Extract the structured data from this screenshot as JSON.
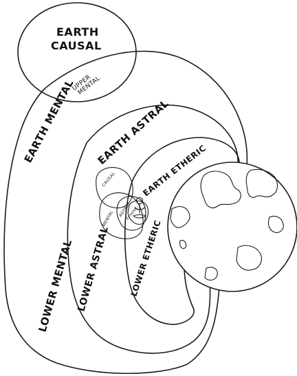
{
  "labels": {
    "earth_causal_line1": "EARTH",
    "earth_causal_line2": "CAUSAL",
    "upper_mental_line1": "UPPER",
    "upper_mental_line2": "MENTAL",
    "earth_mental": "EARTH MENTAL",
    "lower_mental": "LOWER MENTAL",
    "earth_astral": "EARTH ASTRAL",
    "lower_astral": "LOWER ASTRAL",
    "earth_etheric": "EARTH ETHERIC",
    "lower_etheric": "LOWER ETHERIC",
    "causal": "CAUSAL",
    "mental": "MENTAL",
    "astral": "ASTRAL",
    "etheric": "ETHERIC"
  }
}
